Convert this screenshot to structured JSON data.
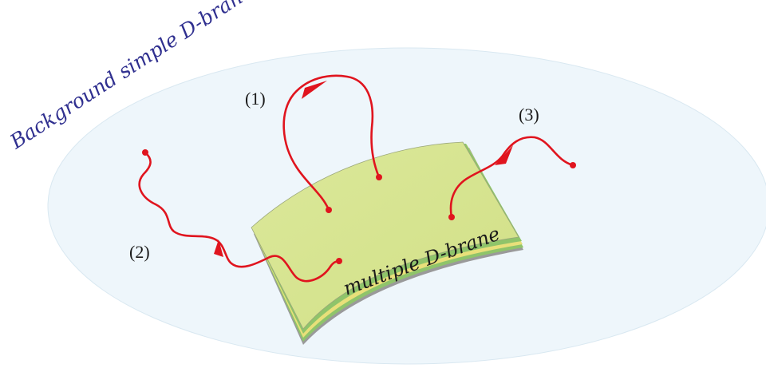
{
  "labels": {
    "background": "Background simple D-brane",
    "multiple": "multiple D-brane",
    "string1": "(1)",
    "string2": "(2)",
    "string3": "(3)"
  },
  "colors": {
    "background_brane_fill": "#eef6fb",
    "background_brane_stroke": "#d9e8f1",
    "background_label": "#2f2f8f",
    "stack_top": "#d7e58f",
    "stack_layer_green": "#8fc46a",
    "stack_layer_yellow": "#e8e07a",
    "stack_layer_gray": "#9a9a9a",
    "string": "#e0141e"
  }
}
